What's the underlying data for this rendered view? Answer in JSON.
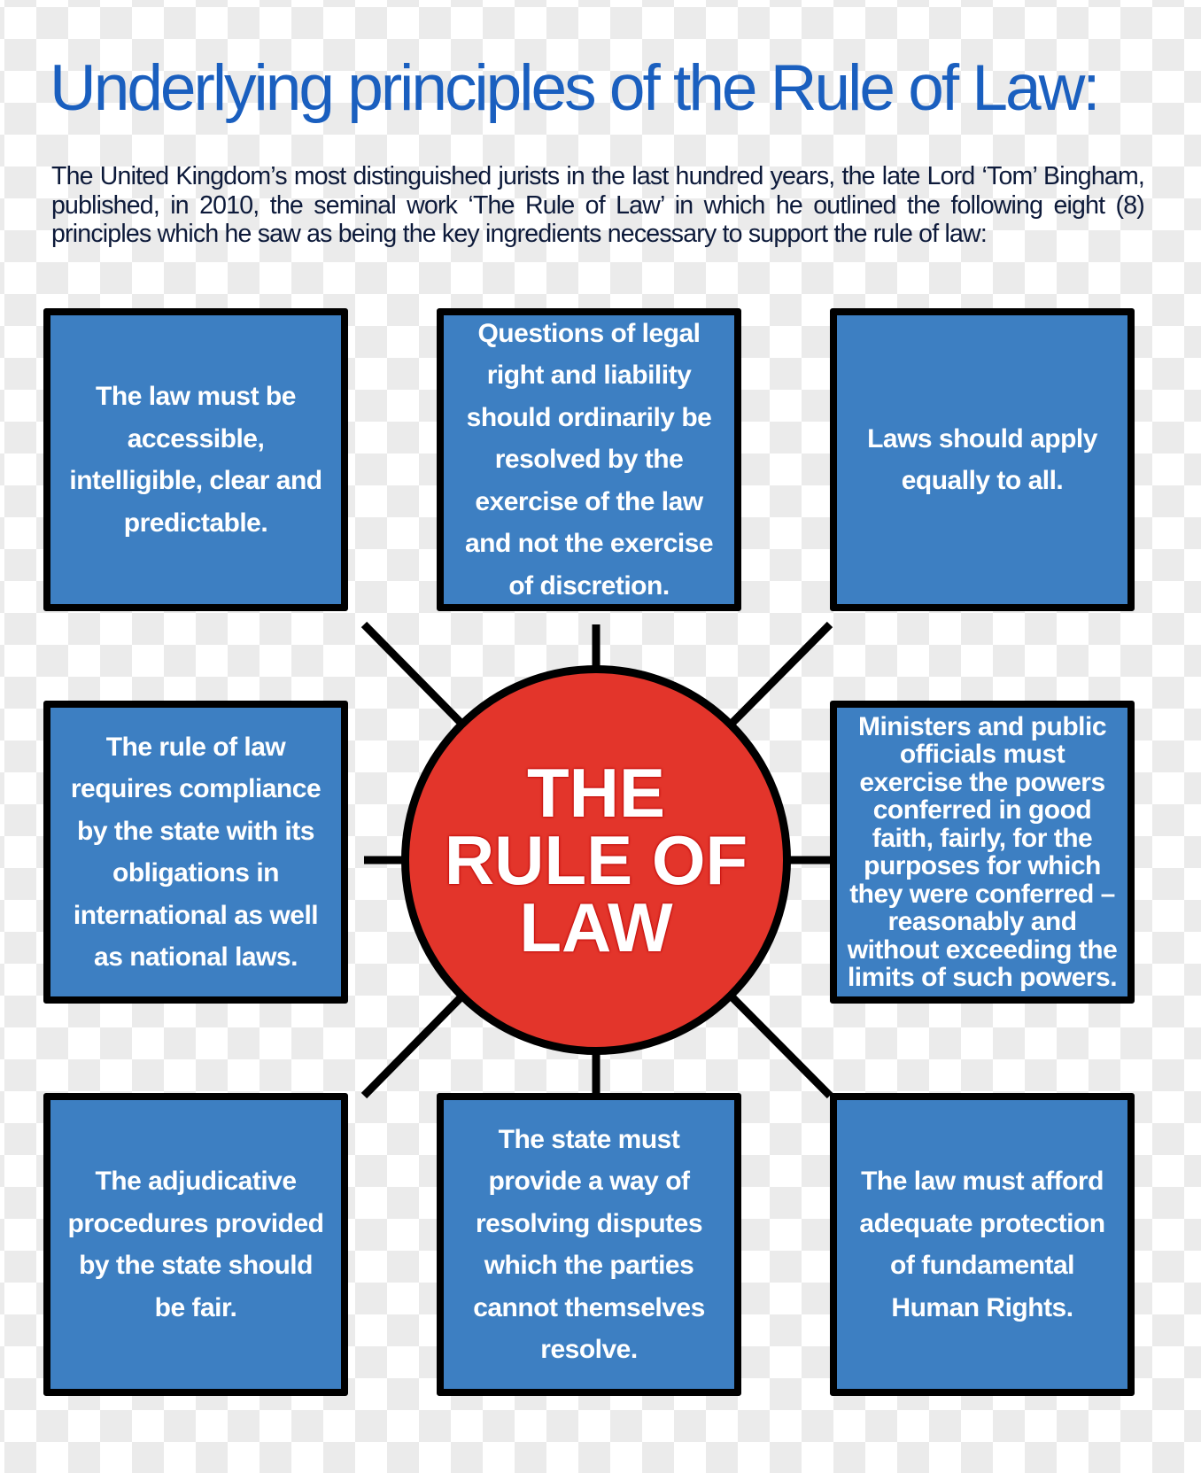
{
  "title": "Underlying principles of the Rule of Law:",
  "intro": "The United Kingdom’s most distinguished jurists in the last hundred years, the late Lord ‘Tom’ Bingham, published, in 2010, the seminal work ‘The Rule of Law’ in which he outlined the following eight (8) principles which he saw as being the key ingredients necessary to support the rule of law:",
  "center": "THE RULE OF LAW",
  "colors": {
    "box": "#3d7fc2",
    "center": "#e3352b",
    "title": "#1a5fbf"
  },
  "principles": [
    "The law must be accessible, intelligible, clear and predictable.",
    "Questions of legal right and liability should ordinarily be resolved by the exercise of the law and not the exercise of discretion.",
    "Laws should apply equally to all.",
    "The rule of law requires compliance by the state with its obligations in international as well as national laws.",
    "Ministers and public officials must exercise the powers conferred in good faith, fairly, for the purposes for which they were conferred – reasonably and without exceeding the limits of such powers.",
    "The adjudicative procedures provided by the state should be fair.",
    "The state must provide a way of resolving disputes which the parties cannot themselves resolve.",
    "The law must afford adequate protection of fundamental Human Rights."
  ]
}
